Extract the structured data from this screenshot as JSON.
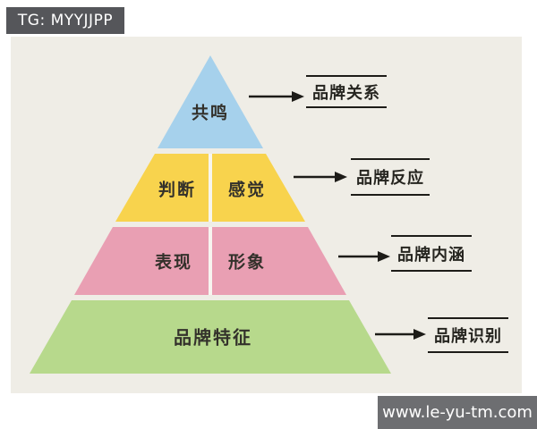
{
  "watermarks": {
    "top": "TG: MYYJJPP",
    "bottom": "www.le-yu-tm.com"
  },
  "colors": {
    "page_bg": "#ffffff",
    "panel_bg": "#efede6",
    "watermark_top_bg": "#55565a",
    "watermark_bottom_bg": "#6d6e71",
    "watermark_text": "#ffffff",
    "line": "#1d1c18",
    "tier_text": "#33312b",
    "divider": "#f7f5ef"
  },
  "pyramid": {
    "tiers": [
      {
        "level": 4,
        "color": "#a6d1ec",
        "cells": [
          "共鸣"
        ]
      },
      {
        "level": 3,
        "color": "#f8d34d",
        "cells": [
          "判断",
          "感觉"
        ]
      },
      {
        "level": 2,
        "color": "#e99fb3",
        "cells": [
          "表现",
          "形象"
        ]
      },
      {
        "level": 1,
        "color": "#b7d98c",
        "cells": [
          "品牌特征"
        ]
      }
    ]
  },
  "annotations": [
    {
      "label": "品牌关系"
    },
    {
      "label": "品牌反应"
    },
    {
      "label": "品牌内涵"
    },
    {
      "label": "品牌识别"
    }
  ]
}
